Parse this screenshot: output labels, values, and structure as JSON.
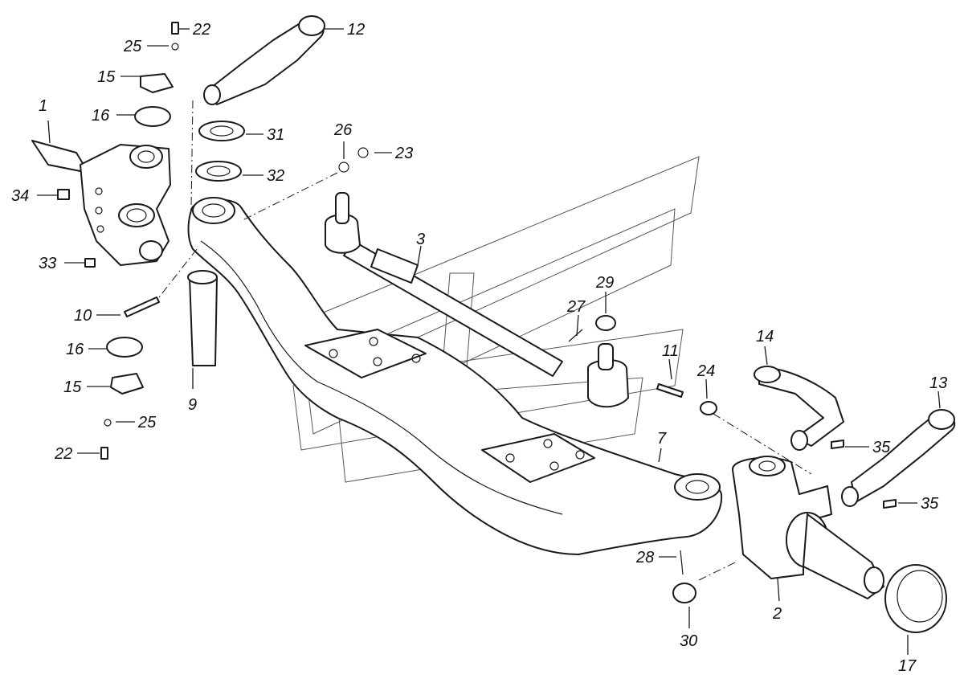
{
  "callouts": [
    {
      "id": "1",
      "text": "1"
    },
    {
      "id": "2",
      "text": "2"
    },
    {
      "id": "3",
      "text": "3"
    },
    {
      "id": "7",
      "text": "7"
    },
    {
      "id": "9",
      "text": "9"
    },
    {
      "id": "10",
      "text": "10"
    },
    {
      "id": "11",
      "text": "11"
    },
    {
      "id": "12",
      "text": "12"
    },
    {
      "id": "13",
      "text": "13"
    },
    {
      "id": "14",
      "text": "14"
    },
    {
      "id": "15a",
      "text": "15"
    },
    {
      "id": "15b",
      "text": "15"
    },
    {
      "id": "16a",
      "text": "16"
    },
    {
      "id": "16b",
      "text": "16"
    },
    {
      "id": "17",
      "text": "17"
    },
    {
      "id": "22a",
      "text": "22"
    },
    {
      "id": "22b",
      "text": "22"
    },
    {
      "id": "23",
      "text": "23"
    },
    {
      "id": "24",
      "text": "24"
    },
    {
      "id": "25a",
      "text": "25"
    },
    {
      "id": "25b",
      "text": "25"
    },
    {
      "id": "26",
      "text": "26"
    },
    {
      "id": "27",
      "text": "27"
    },
    {
      "id": "28",
      "text": "28"
    },
    {
      "id": "29",
      "text": "29"
    },
    {
      "id": "30",
      "text": "30"
    },
    {
      "id": "31",
      "text": "31"
    },
    {
      "id": "32",
      "text": "32"
    },
    {
      "id": "33",
      "text": "33"
    },
    {
      "id": "34",
      "text": "34"
    },
    {
      "id": "35a",
      "text": "35"
    },
    {
      "id": "35b",
      "text": "35"
    }
  ]
}
